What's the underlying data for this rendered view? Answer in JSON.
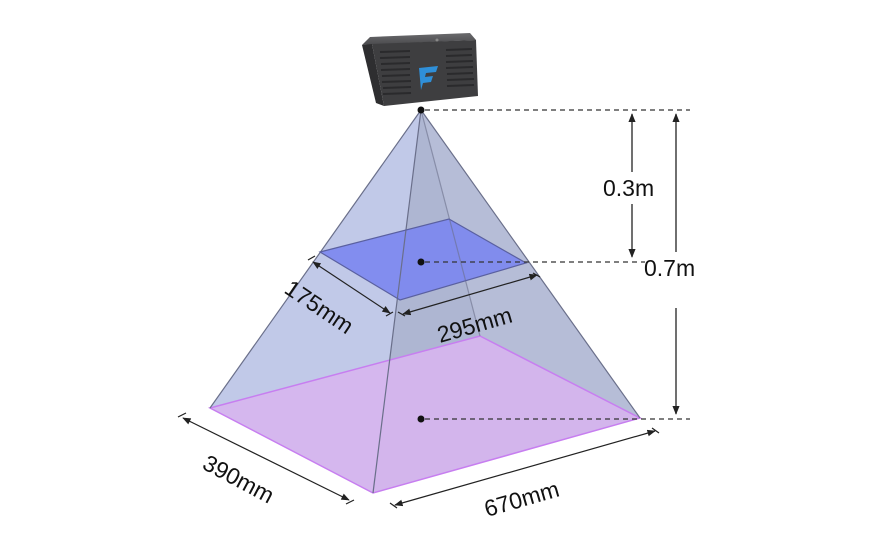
{
  "labels": {
    "height_near": "0.3m",
    "height_far": "0.7m",
    "near_depth": "175mm",
    "near_width": "295mm",
    "far_depth": "390mm",
    "far_width": "670mm"
  },
  "colors": {
    "camera_body": "#3e3e40",
    "logo": "#2f8fd8",
    "pyramid_side": "#b8c2e4",
    "pyramid_edge": "#6a6f8a",
    "near_plane": "#7b86ef",
    "far_plane": "#cfb1ec",
    "far_plane_edge": "#c77ef0",
    "dimension_line": "#222222"
  },
  "icons": {
    "camera": "depth-camera-icon",
    "logo": "brand-logo-icon"
  }
}
